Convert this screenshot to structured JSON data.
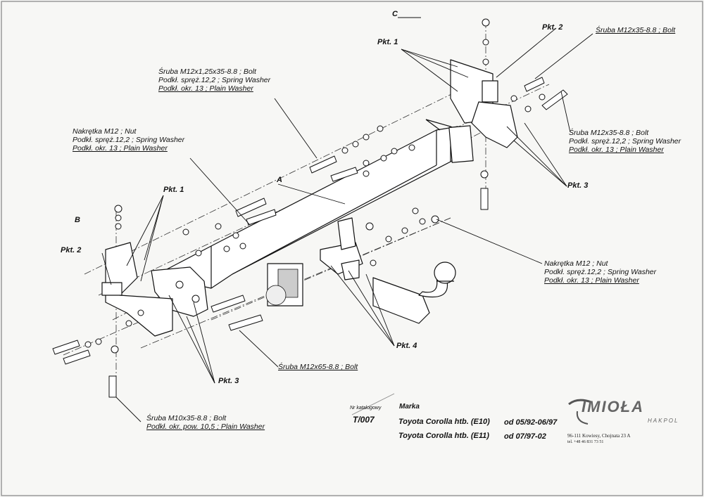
{
  "parts": {
    "A": "A",
    "B": "B",
    "C": "C"
  },
  "points": {
    "pkt1_right": "Pkt. 1",
    "pkt2_right": "Pkt. 2",
    "pkt3_right": "Pkt. 3",
    "pkt1_left": "Pkt. 1",
    "pkt2_left": "Pkt. 2",
    "pkt3_left": "Pkt. 3",
    "pkt4": "Pkt. 4"
  },
  "callouts": {
    "bolt_m12x125": [
      "Śruba M12x1,25x35-8.8 ; Bolt",
      "Podkł. spręż.12,2 ; Spring Washer",
      "Podkł. okr. 13 ; Plain Washer"
    ],
    "nut_left": [
      "Nakrętka M12 ; Nut",
      "Podkł. spręż.12,2 ; Spring Washer",
      "Podkł. okr. 13 ; Plain Washer"
    ],
    "bolt_top_right": [
      "Śruba M12x35-8.8 ; Bolt"
    ],
    "bolt_right": [
      "Śruba M12x35-8.8 ; Bolt",
      "Podkł. spręż.12,2 ; Spring Washer",
      "Podkł. okr. 13 ; Plain Washer"
    ],
    "nut_right": [
      "Nakrętka M12 ; Nut",
      "Podkł. spręż.12,2 ; Spring Washer",
      "Podkł. okr. 13 ; Plain Washer"
    ],
    "bolt_m12x65": [
      "Śruba M12x65-8.8 ; Bolt"
    ],
    "bolt_m10": [
      "Śruba M10x35-8.8 ; Bolt",
      "Podkł. okr. pow. 10,5 ; Plain Washer"
    ]
  },
  "title_block": {
    "catalog_header": "Nr katalogowy",
    "catalog_no": "T/007",
    "brand_header": "Marka",
    "models": [
      "Toyota Corolla htb. (E10)",
      "Toyota Corolla htb. (E11)"
    ],
    "dates": [
      "od 05/92-06/97",
      "od 07/97-02"
    ]
  },
  "logo": {
    "name": "IMIOŁA",
    "sub": "HAKPOL",
    "address": "96-111 Kowiesy, Chojnata 23 A",
    "phone": "tel. +48 46 831 73 51"
  }
}
